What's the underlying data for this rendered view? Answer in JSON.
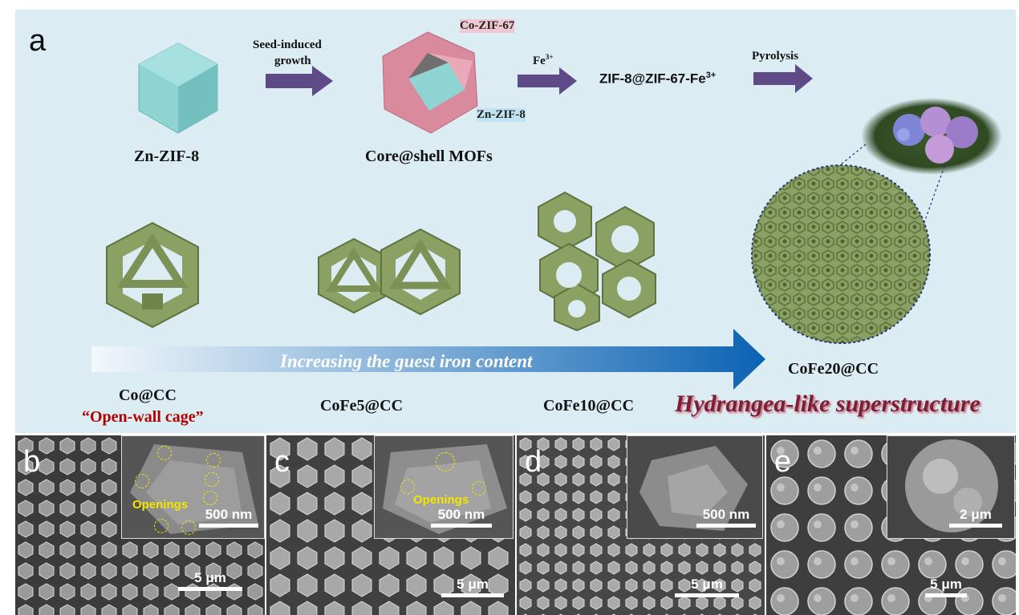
{
  "panel_a": {
    "letter": "a",
    "zif8_label": "Zn-ZIF-8",
    "seed_line1": "Seed-induced",
    "seed_line2": "growth",
    "co_zif67": "Co-ZIF-67",
    "zn_zif8_inner": "Zn-ZIF-8",
    "core_shell_label": "Core@shell MOFs",
    "fe_label": "Fe",
    "fe_sup": "3+",
    "intermediate": "ZIF-8@ZIF-67-Fe",
    "intermediate_sup": "3+",
    "pyrolysis": "Pyrolysis",
    "gradient_text": "Increasing the guest iron content",
    "co_cc": "Co@CC",
    "open_wall": "“Open-wall cage”",
    "cofe5": "CoFe5@CC",
    "cofe10": "CoFe10@CC",
    "cofe20": "CoFe20@CC",
    "hydrangea": "Hydrangea-like  superstructure"
  },
  "sem": [
    {
      "letter": "b",
      "inset_scale": "500 nm",
      "main_scale": "5 μm",
      "openings": "Openings"
    },
    {
      "letter": "c",
      "inset_scale": "500 nm",
      "main_scale": "5 μm",
      "openings": "Openings"
    },
    {
      "letter": "d",
      "inset_scale": "500 nm",
      "main_scale": "5 μm"
    },
    {
      "letter": "e",
      "inset_scale": "2 μm",
      "main_scale": "5 μm"
    }
  ],
  "colors": {
    "panel_bg": "#dcecf3",
    "arrow_purple": "#5d4a86",
    "cage_green": "#8ba063",
    "shell_pink": "#d98a9c",
    "zif8_cyan": "#8fd3d3",
    "accent_red": "#b00000",
    "gradient_end": "#0b62b3",
    "openings_yellow": "#f2e600"
  }
}
